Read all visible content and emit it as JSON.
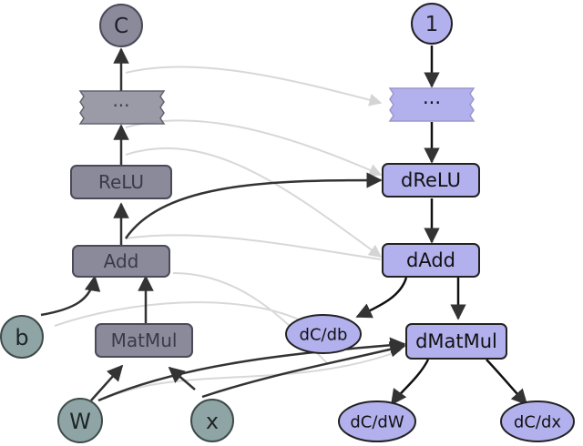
{
  "forward": {
    "output": "C",
    "ellipsis": "···",
    "relu": "ReLU",
    "add": "Add",
    "matmul": "MatMul",
    "bias": "b",
    "weight": "W",
    "input": "x"
  },
  "backward": {
    "seed": "1",
    "ellipsis": "···",
    "drelu": "dReLU",
    "dadd": "dAdd",
    "dmatmul": "dMatMul",
    "dcdb": "dC/db",
    "dcdw": "dC/dW",
    "dcdx": "dC/dx"
  },
  "colors": {
    "forward_fill": "#8a8a9a",
    "forward_stroke": "#4a4a58",
    "backward_fill": "#b3b0ee",
    "backward_stroke": "#222222",
    "leaf_fill": "#8fa5a5",
    "edge_dark": "#333333",
    "edge_light": "#d8d8d8"
  }
}
